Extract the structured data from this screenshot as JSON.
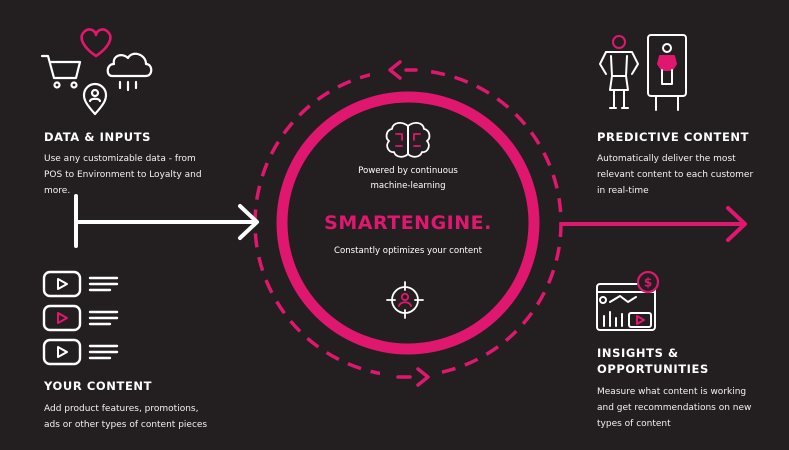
{
  "colors": {
    "background": "#231f20",
    "accent": "#e0176f",
    "foreground": "#ffffff"
  },
  "data_inputs": {
    "title": "DATA & INPUTS",
    "text": "Use any customizable data - from\nPOS to Environment to Loyalty and\nmore."
  },
  "your_content": {
    "title": "YOUR CONTENT",
    "text": "Add product features, promotions,\nads or other types of content pieces"
  },
  "predictive_content": {
    "title": "PREDICTIVE CONTENT",
    "text": "Automatically deliver the most\nrelevant content to each customer\nin real-time"
  },
  "insights": {
    "title": "INSIGHTS &\nOPPORTUNITIES",
    "text": "Measure what content is working\nand get recommendations on new\ntypes of content"
  },
  "engine": {
    "powered_by": "Powered by continuous\nmachine-learning",
    "name": "SMARTENGINE.",
    "tagline": "Constantly optimizes your content"
  },
  "icons": {
    "data_inputs": [
      "shopping-cart-icon",
      "heart-icon",
      "cloud-rain-icon",
      "location-pin-icon"
    ],
    "your_content": [
      "video-list-icon"
    ],
    "predictive_content": [
      "person-mannequin-icon",
      "digital-signage-icon"
    ],
    "insights": [
      "analytics-dashboard-icon",
      "dollar-badge-icon"
    ],
    "engine": [
      "brain-icon",
      "target-person-icon"
    ]
  }
}
